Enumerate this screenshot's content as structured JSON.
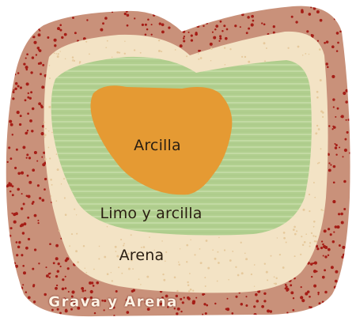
{
  "zones": [
    {
      "id": "grava-y-arena",
      "label": "Grava y Arena",
      "color": "#c9917a",
      "dot_color": "#a51d16"
    },
    {
      "id": "arena",
      "label": "Arena",
      "color": "#f3e3c5",
      "dot_color": "#e6c99c"
    },
    {
      "id": "limo-y-arcilla",
      "label": "Limo y arcilla",
      "color": "#b1cf8f"
    },
    {
      "id": "arcilla",
      "label": "Arcilla",
      "color": "#e59a33"
    }
  ]
}
